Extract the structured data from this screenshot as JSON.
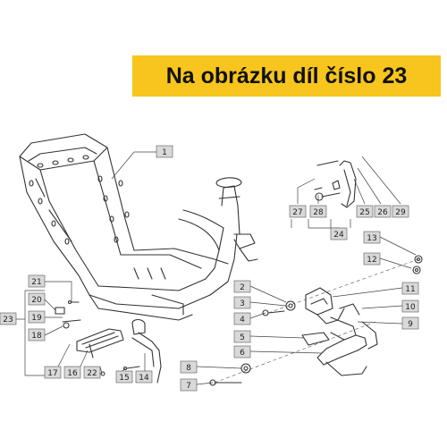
{
  "banner": {
    "text": "Na obrázku díl číslo 23",
    "color": "#f7c51d"
  },
  "callouts": [
    {
      "id": "1",
      "text": "1"
    },
    {
      "id": "2",
      "text": "2"
    },
    {
      "id": "3",
      "text": "3"
    },
    {
      "id": "4",
      "text": "4"
    },
    {
      "id": "5",
      "text": "5"
    },
    {
      "id": "6",
      "text": "6"
    },
    {
      "id": "7",
      "text": "7"
    },
    {
      "id": "8",
      "text": "8"
    },
    {
      "id": "9",
      "text": "9"
    },
    {
      "id": "10",
      "text": "10"
    },
    {
      "id": "11",
      "text": "11"
    },
    {
      "id": "12",
      "text": "12"
    },
    {
      "id": "13",
      "text": "13"
    },
    {
      "id": "14",
      "text": "14"
    },
    {
      "id": "15",
      "text": "15"
    },
    {
      "id": "16",
      "text": "16"
    },
    {
      "id": "17",
      "text": "17"
    },
    {
      "id": "18",
      "text": "18"
    },
    {
      "id": "19",
      "text": "19"
    },
    {
      "id": "20",
      "text": "20"
    },
    {
      "id": "21",
      "text": "21"
    },
    {
      "id": "22",
      "text": "22"
    },
    {
      "id": "23",
      "text": "23"
    },
    {
      "id": "24",
      "text": "24"
    },
    {
      "id": "25",
      "text": "25"
    },
    {
      "id": "26",
      "text": "26"
    },
    {
      "id": "27",
      "text": "27"
    },
    {
      "id": "28",
      "text": "28"
    },
    {
      "id": "29",
      "text": "29"
    }
  ]
}
